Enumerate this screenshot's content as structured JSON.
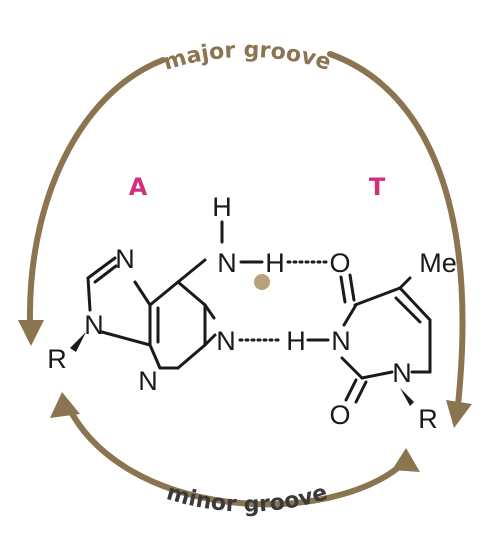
{
  "colors": {
    "arrow": "#8a7550",
    "base_label": "#d1307a",
    "text": "#1a1a1a",
    "center_dot": "#b9a27a"
  },
  "labels": {
    "major_groove": "major groove",
    "minor_groove": "minor groove",
    "base_a": "A",
    "base_t": "T"
  },
  "atoms": {
    "h_top": "H",
    "n_amino": "N",
    "h_amino": "H",
    "o_top": "O",
    "me": "Me",
    "n7": "N",
    "n9": "N",
    "r_left": "R",
    "n1": "N",
    "h_imino": "H",
    "n3": "N",
    "n_pyr": "N",
    "o_bottom": "O",
    "n1_t": "N",
    "r_right": "R"
  }
}
